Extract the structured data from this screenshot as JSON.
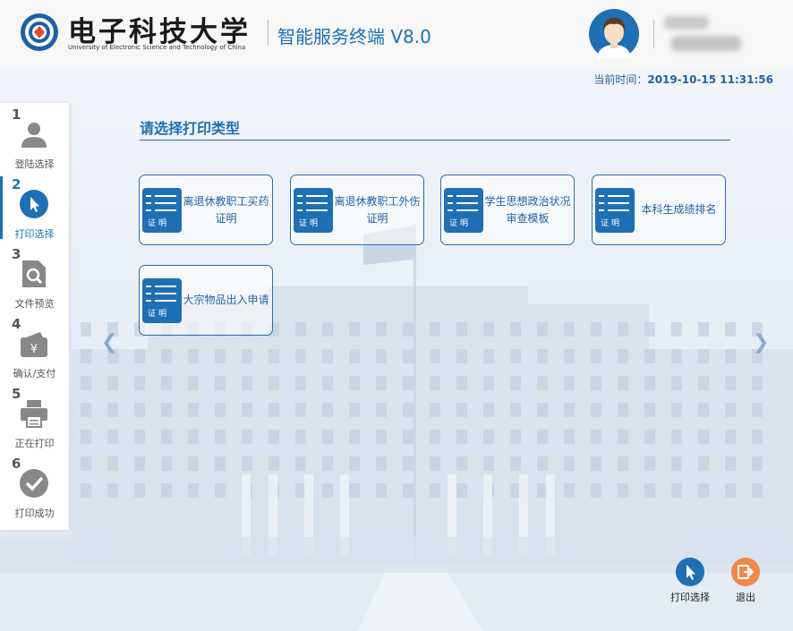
{
  "header": {
    "university_cn": "电子科技大学",
    "university_en": "University of Electronic Science and Technology of China",
    "system_title": "智能服务终端 V8.0"
  },
  "time": {
    "label": "当前时间：",
    "value": "2019-10-15 11:31:56"
  },
  "steps": [
    {
      "num": "1",
      "label": "登陆选择"
    },
    {
      "num": "2",
      "label": "打印选择"
    },
    {
      "num": "3",
      "label": "文件预览"
    },
    {
      "num": "4",
      "label": "确认/支付"
    },
    {
      "num": "5",
      "label": "正在打印"
    },
    {
      "num": "6",
      "label": "打印成功"
    }
  ],
  "active_step": 2,
  "section_title": "请选择打印类型",
  "doc_badge": "证明",
  "cards": [
    {
      "line1": "离退休教职工买药",
      "line2": "证明"
    },
    {
      "line1": "离退休教职工外伤",
      "line2": "证明"
    },
    {
      "line1": "学生思想政治状况",
      "line2": "审查模板"
    },
    {
      "line1": "本科生成绩排名",
      "line2": ""
    },
    {
      "line1": "大宗物品出入申请",
      "line2": ""
    }
  ],
  "nav": {
    "prev": "❮",
    "next": "❯"
  },
  "actions": {
    "print_select": "打印选择",
    "exit": "退出"
  },
  "colors": {
    "primary": "#1f6fb5",
    "exit": "#f0884a"
  }
}
